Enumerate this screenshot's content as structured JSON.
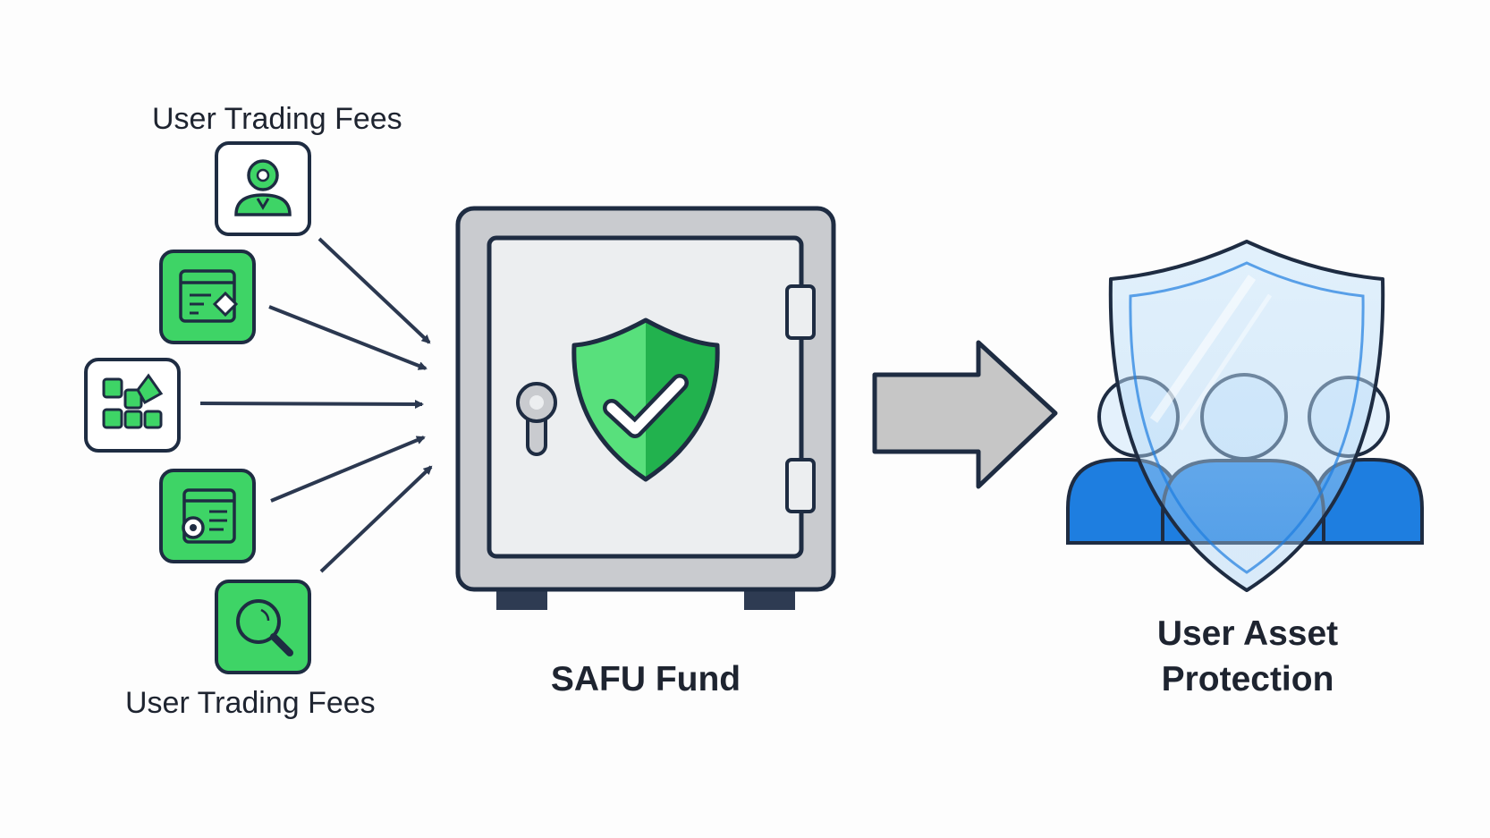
{
  "labels": {
    "fees_top": "User Trading Fees",
    "fees_bottom": "User Trading Fees",
    "safu_fund": "SAFU Fund",
    "protection_line1": "User Asset",
    "protection_line2": "Protection"
  },
  "icons": [
    {
      "name": "user-icon",
      "style": "outlined"
    },
    {
      "name": "wallet-card-icon",
      "style": "filled"
    },
    {
      "name": "blocks-icon",
      "style": "outlined"
    },
    {
      "name": "receipt-coin-icon",
      "style": "filled"
    },
    {
      "name": "search-icon",
      "style": "filled"
    }
  ],
  "colors": {
    "green": "#3ed466",
    "green_dark": "#1aa84a",
    "navy": "#1e2c42",
    "safe_gray": "#c9cbcf",
    "safe_door": "#eceef0",
    "arrow_gray": "#c6c6c6",
    "people_blue": "#1e7ee0",
    "shield_blue": "#bfe0f8"
  }
}
